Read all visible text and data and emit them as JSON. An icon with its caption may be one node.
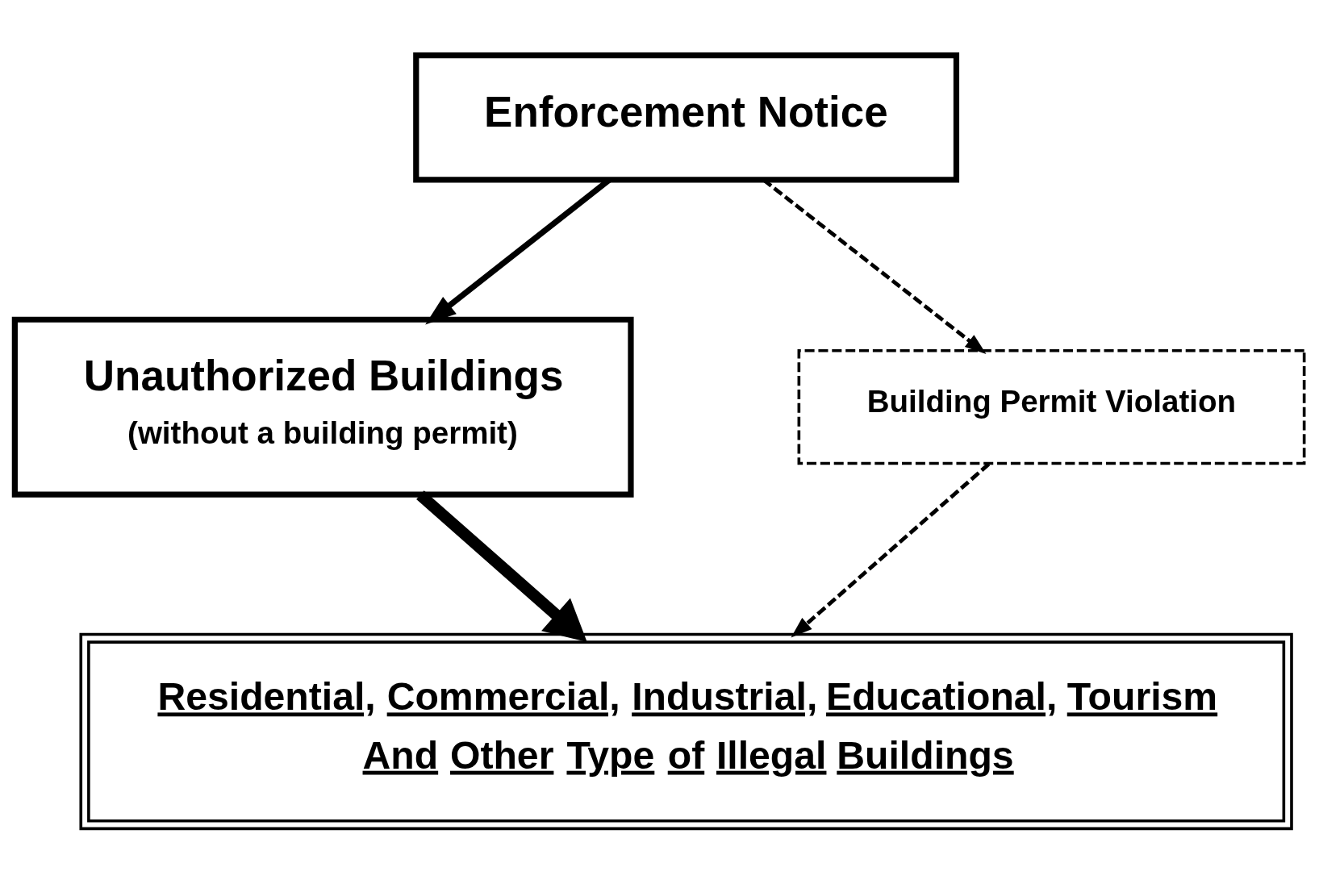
{
  "diagram": {
    "nodes": [
      {
        "text": [
          "Enforcement Notice"
        ]
      },
      {
        "text": [
          "Unauthorized Buildings",
          "(without a building permit)"
        ]
      },
      {
        "text": [
          "Building Permit Violation"
        ]
      },
      {
        "text": [
          "Residential, Commercial, Industrial, Educational, Tourism And Other Type of Illegal Buildings"
        ]
      }
    ],
    "edges": [
      {
        "from": 0,
        "to": 1,
        "arrow": "to"
      },
      {
        "from": 0,
        "to": 2,
        "arrow": "to",
        "style": "dashed"
      },
      {
        "from": 1,
        "to": 3,
        "arrow": "to",
        "style": "thick"
      },
      {
        "from": 2,
        "to": 3,
        "arrow": "to",
        "style": "dashed"
      }
    ]
  }
}
